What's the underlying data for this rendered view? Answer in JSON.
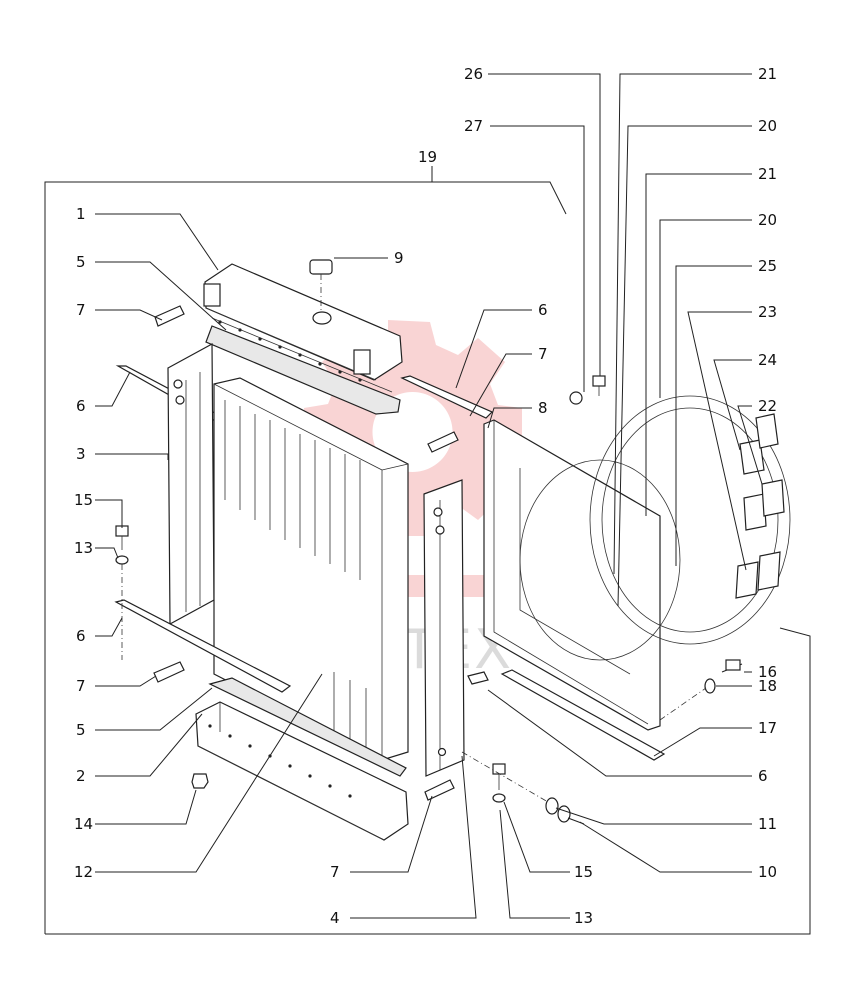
{
  "watermark": {
    "text": "ИНТЕХ",
    "color": "#e23b3b"
  },
  "labels": [
    {
      "id": "l26",
      "text": "26"
    },
    {
      "id": "l21a",
      "text": "21"
    },
    {
      "id": "l27",
      "text": "27"
    },
    {
      "id": "l20a",
      "text": "20"
    },
    {
      "id": "l19",
      "text": "19"
    },
    {
      "id": "l21b",
      "text": "21"
    },
    {
      "id": "l1",
      "text": "1"
    },
    {
      "id": "l20b",
      "text": "20"
    },
    {
      "id": "l5a",
      "text": "5"
    },
    {
      "id": "l9",
      "text": "9"
    },
    {
      "id": "l25",
      "text": "25"
    },
    {
      "id": "l7a",
      "text": "7"
    },
    {
      "id": "l6a",
      "text": "6"
    },
    {
      "id": "l23",
      "text": "23"
    },
    {
      "id": "l7b",
      "text": "7"
    },
    {
      "id": "l24",
      "text": "24"
    },
    {
      "id": "l6b",
      "text": "6"
    },
    {
      "id": "l8",
      "text": "8"
    },
    {
      "id": "l22",
      "text": "22"
    },
    {
      "id": "l3",
      "text": "3"
    },
    {
      "id": "l15a",
      "text": "15"
    },
    {
      "id": "l13a",
      "text": "13"
    },
    {
      "id": "l6c",
      "text": "6"
    },
    {
      "id": "l16",
      "text": "16"
    },
    {
      "id": "l7c",
      "text": "7"
    },
    {
      "id": "l18",
      "text": "18"
    },
    {
      "id": "l5b",
      "text": "5"
    },
    {
      "id": "l17",
      "text": "17"
    },
    {
      "id": "l2",
      "text": "2"
    },
    {
      "id": "l6d",
      "text": "6"
    },
    {
      "id": "l14",
      "text": "14"
    },
    {
      "id": "l11",
      "text": "11"
    },
    {
      "id": "l12",
      "text": "12"
    },
    {
      "id": "l7d",
      "text": "7"
    },
    {
      "id": "l15b",
      "text": "15"
    },
    {
      "id": "l10",
      "text": "10"
    },
    {
      "id": "l4",
      "text": "4"
    },
    {
      "id": "l13b",
      "text": "13"
    }
  ]
}
